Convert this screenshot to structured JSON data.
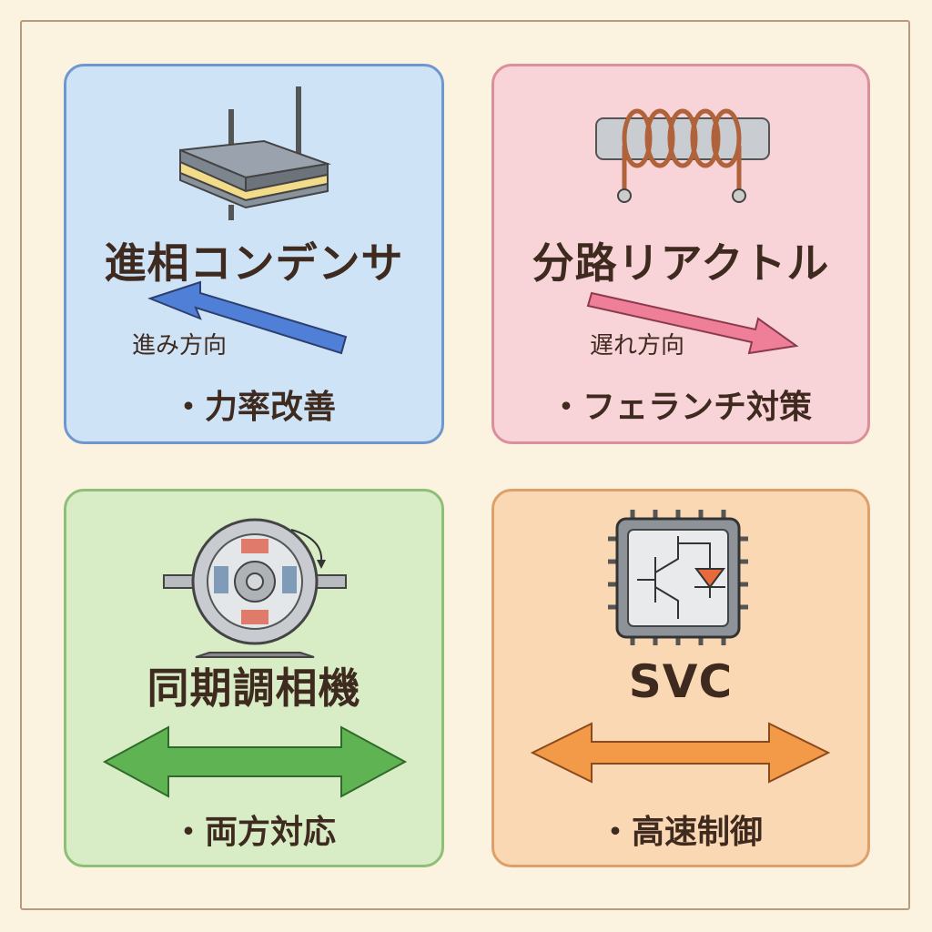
{
  "panels": [
    {
      "title": "進相コンデンサ",
      "direction": "進み方向",
      "note": "・力率改善",
      "icon": "capacitor-icon",
      "color": "#cfe3f6",
      "arrow_color": "#4f7fd6"
    },
    {
      "title": "分路リアクトル",
      "direction": "遅れ方向",
      "note": "・フェランチ対策",
      "icon": "reactor-coil-icon",
      "color": "#f8d3d8",
      "arrow_color": "#ef7f98"
    },
    {
      "title": "同期調相機",
      "note": "・両方対応",
      "icon": "synchronous-machine-icon",
      "color": "#d8edc6",
      "arrow_color": "#5fb352"
    },
    {
      "title": "SVC",
      "note": "・高速制御",
      "icon": "semiconductor-chip-icon",
      "color": "#fad8b4",
      "arrow_color": "#f39a48"
    }
  ]
}
